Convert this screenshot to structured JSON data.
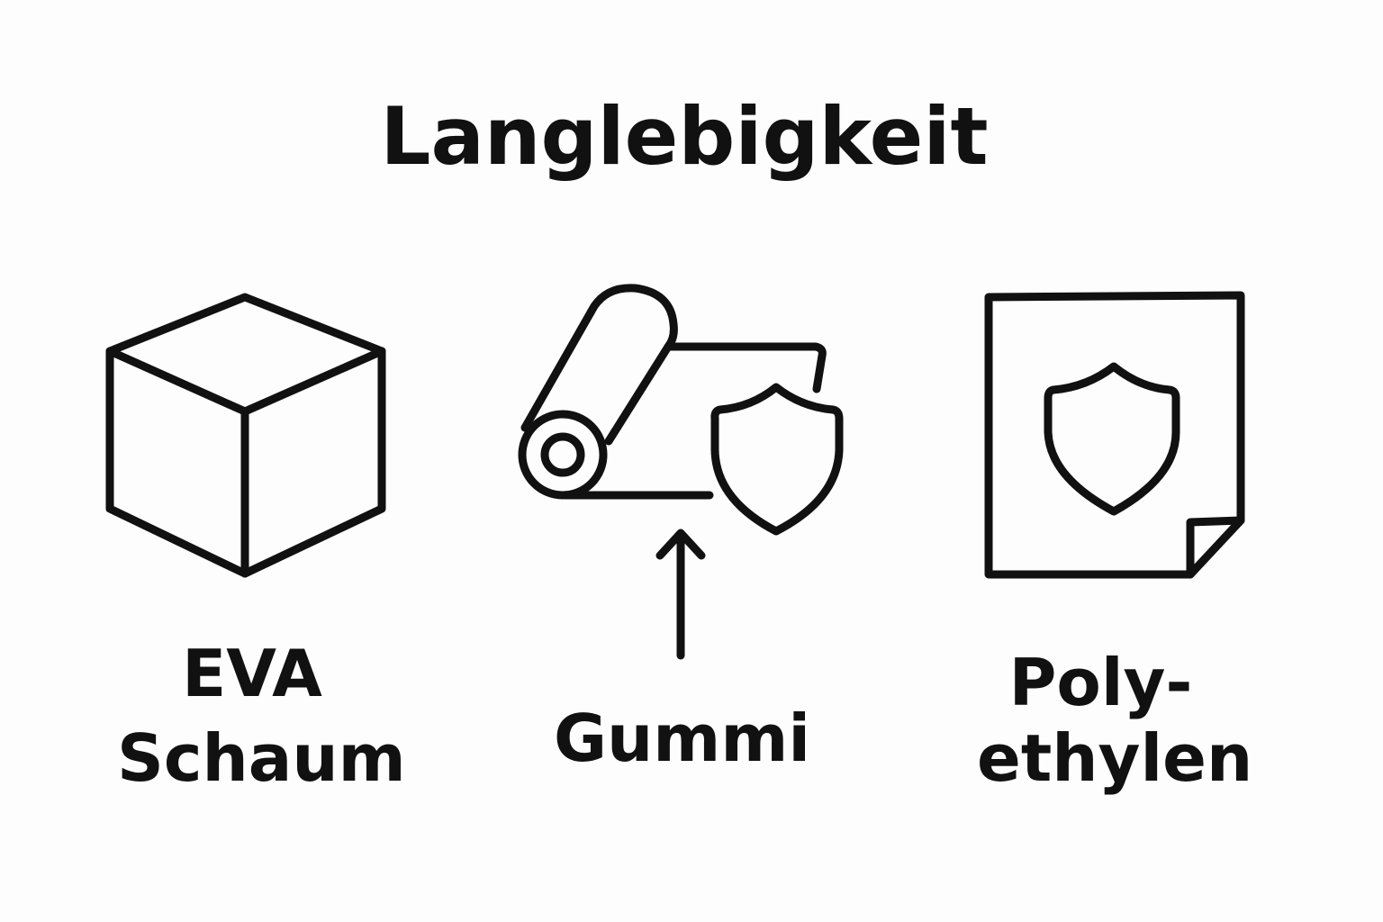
{
  "title": "Langlebigkeit",
  "materials": [
    {
      "line1": "EVA",
      "line2": "Schaum",
      "icon": "cube-icon"
    },
    {
      "line1": "Gummi",
      "icon": "rubber-roll-shield-icon"
    },
    {
      "line1": "Poly-",
      "line2": "ethylen",
      "icon": "sheet-shield-icon"
    }
  ],
  "arrow": "up-arrow-icon"
}
